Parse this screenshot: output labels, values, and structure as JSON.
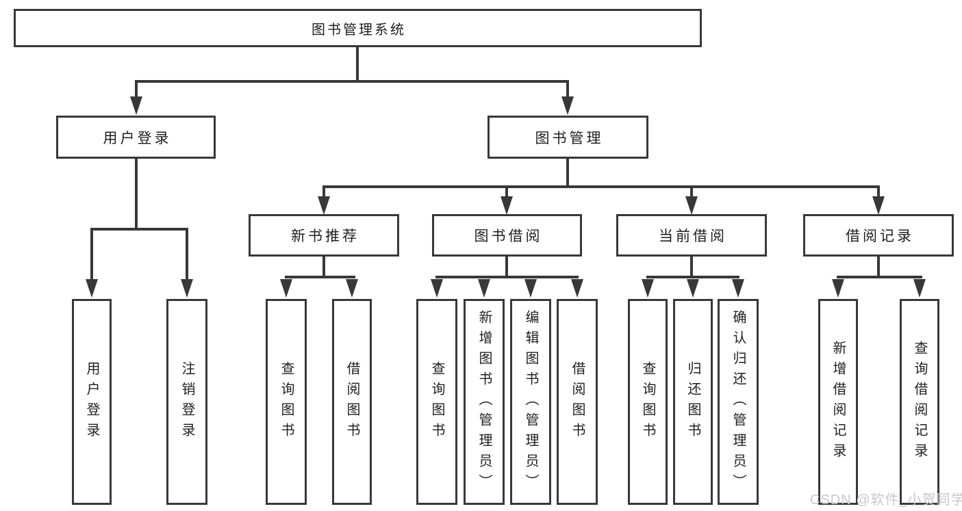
{
  "tree": {
    "label": "图书管理系统",
    "children": [
      {
        "label": "用户登录",
        "children": [
          {
            "label": "用户登录"
          },
          {
            "label": "注销登录"
          }
        ]
      },
      {
        "label": "图书管理",
        "children": [
          {
            "label": "新书推荐",
            "children": [
              {
                "label": "查询图书"
              },
              {
                "label": "借阅图书"
              }
            ]
          },
          {
            "label": "图书借阅",
            "children": [
              {
                "label": "查询图书"
              },
              {
                "label": "新增图书（管理员）"
              },
              {
                "label": "编辑图书（管理员）"
              },
              {
                "label": "借阅图书"
              }
            ]
          },
          {
            "label": "当前借阅",
            "children": [
              {
                "label": "查询图书"
              },
              {
                "label": "归还图书"
              },
              {
                "label": "确认归还（管理员）"
              }
            ]
          },
          {
            "label": "借阅记录",
            "children": [
              {
                "label": "新增借阅记录"
              },
              {
                "label": "查询借阅记录"
              }
            ]
          }
        ]
      }
    ]
  },
  "watermark": {
    "text": "CSDN @软件_小贺同学"
  },
  "colors": {
    "line": "#383838",
    "box_border": "#383838",
    "text": "#1f1f1f",
    "background": "#ffffff",
    "watermark": "#c8c8c8"
  }
}
